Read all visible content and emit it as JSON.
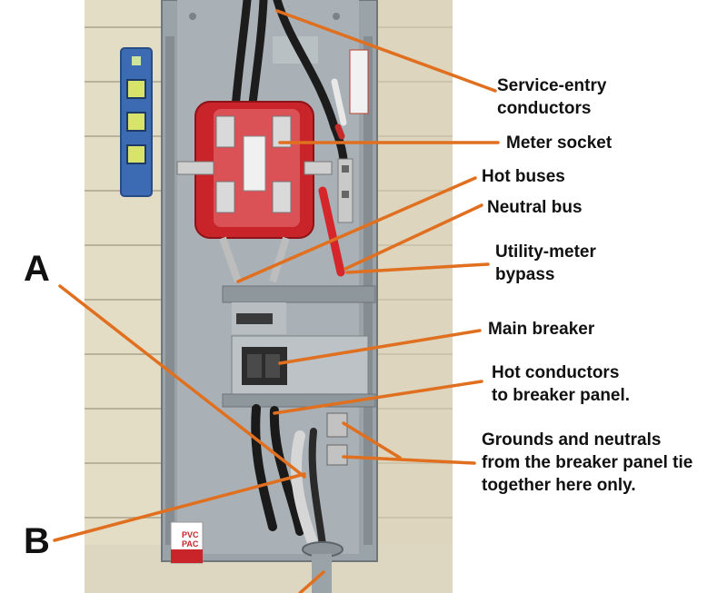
{
  "markers": {
    "a": "A",
    "b": "B"
  },
  "callouts": {
    "service_entry_line1": "Service-entry",
    "service_entry_line2": "conductors",
    "meter_socket": "Meter socket",
    "hot_buses": "Hot buses",
    "neutral_bus": "Neutral bus",
    "utility_meter_line1": "Utility-meter",
    "utility_meter_line2": "bypass",
    "main_breaker": "Main breaker",
    "hot_conductors_line1": "Hot conductors",
    "hot_conductors_line2": "to breaker panel.",
    "grounds_line1": "Grounds and neutrals",
    "grounds_line2": "from the breaker panel tie",
    "grounds_line3": "together here only."
  },
  "photo_labels": {
    "pvc_box_line1": "PVC",
    "pvc_box_line2": "PAC"
  },
  "colors": {
    "leader_line": "#e07020",
    "enclosure": "#9aa3a8",
    "siding": "#e4ddc6",
    "meter_block": "#c8242a",
    "text": "#111111"
  }
}
